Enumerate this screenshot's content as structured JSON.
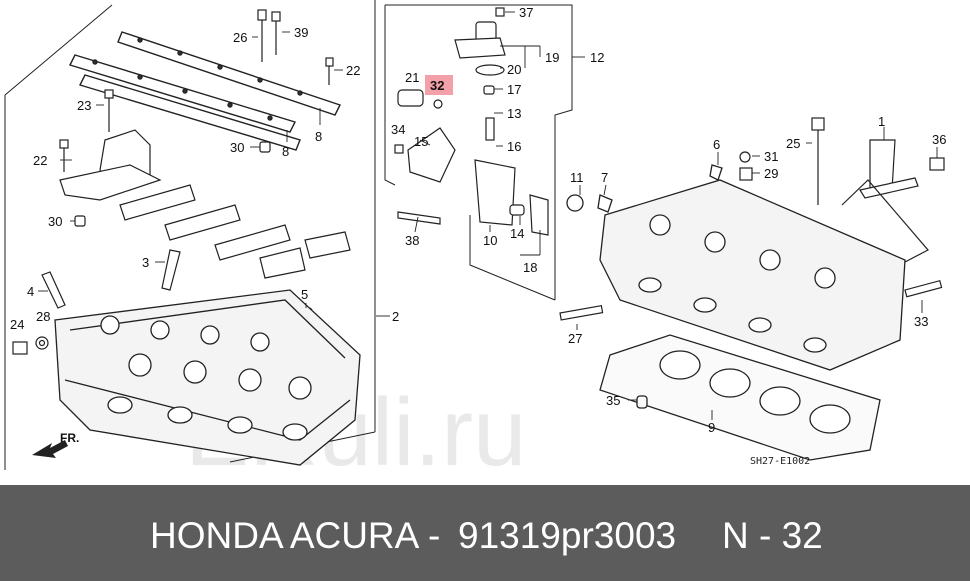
{
  "diagram": {
    "labels": [
      {
        "id": "l1",
        "text": "1"
      },
      {
        "id": "l2",
        "text": "2"
      },
      {
        "id": "l3",
        "text": "3"
      },
      {
        "id": "l4",
        "text": "4"
      },
      {
        "id": "l5",
        "text": "5"
      },
      {
        "id": "l6",
        "text": "6"
      },
      {
        "id": "l7",
        "text": "7"
      },
      {
        "id": "l8a",
        "text": "8"
      },
      {
        "id": "l8b",
        "text": "8"
      },
      {
        "id": "l9",
        "text": "9"
      },
      {
        "id": "l10",
        "text": "10"
      },
      {
        "id": "l11",
        "text": "11"
      },
      {
        "id": "l12",
        "text": "12"
      },
      {
        "id": "l13",
        "text": "13"
      },
      {
        "id": "l14",
        "text": "14"
      },
      {
        "id": "l15",
        "text": "15"
      },
      {
        "id": "l16",
        "text": "16"
      },
      {
        "id": "l17",
        "text": "17"
      },
      {
        "id": "l18",
        "text": "18"
      },
      {
        "id": "l19",
        "text": "19"
      },
      {
        "id": "l20",
        "text": "20"
      },
      {
        "id": "l21",
        "text": "21"
      },
      {
        "id": "l22a",
        "text": "22"
      },
      {
        "id": "l22b",
        "text": "22"
      },
      {
        "id": "l23",
        "text": "23"
      },
      {
        "id": "l24",
        "text": "24"
      },
      {
        "id": "l25",
        "text": "25"
      },
      {
        "id": "l26",
        "text": "26"
      },
      {
        "id": "l27",
        "text": "27"
      },
      {
        "id": "l28",
        "text": "28"
      },
      {
        "id": "l29",
        "text": "29"
      },
      {
        "id": "l30a",
        "text": "30"
      },
      {
        "id": "l30b",
        "text": "30"
      },
      {
        "id": "l31",
        "text": "31"
      },
      {
        "id": "l33",
        "text": "33"
      },
      {
        "id": "l34",
        "text": "34"
      },
      {
        "id": "l35",
        "text": "35"
      },
      {
        "id": "l36",
        "text": "36"
      },
      {
        "id": "l37",
        "text": "37"
      },
      {
        "id": "l38",
        "text": "38"
      },
      {
        "id": "l39",
        "text": "39"
      }
    ],
    "highlight_label": "32",
    "highlight_color": "#f4a0a8",
    "front_label": "FR.",
    "drawing_code": "SH27-E1002",
    "watermark": "ERuli.ru"
  },
  "footer": {
    "brand": "HONDA ACURA",
    "separator": "-",
    "part_number": "91319pr3003",
    "position": "N - 32",
    "background": "#5c5c5c"
  }
}
